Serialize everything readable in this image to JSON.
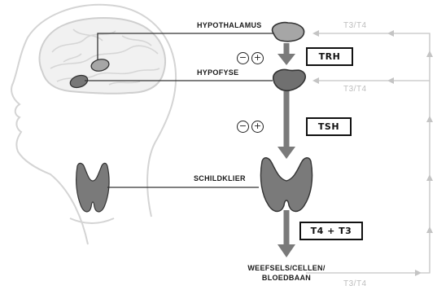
{
  "labels": {
    "hypothalamus": "HYPOTHALAMUS",
    "hypofyse": "HYPOFYSE",
    "schildklier": "SCHILDKLIER",
    "target_line1": "WEEFSELS/CELLEN/",
    "target_line2": "BLOEDBAAN"
  },
  "hormones": {
    "trh": "TRH",
    "tsh": "TSH",
    "t4_t3": "T4 + T3"
  },
  "feedback": {
    "top": "T3/T4",
    "middle": "T3/T4",
    "bottom": "T3/T4"
  },
  "signs": {
    "minus": "−",
    "plus": "+"
  },
  "colors": {
    "arrow": "#7a7a7a",
    "organ": "#808080",
    "feedback": "#c4c4c4",
    "outline": "#d4d4d4"
  }
}
